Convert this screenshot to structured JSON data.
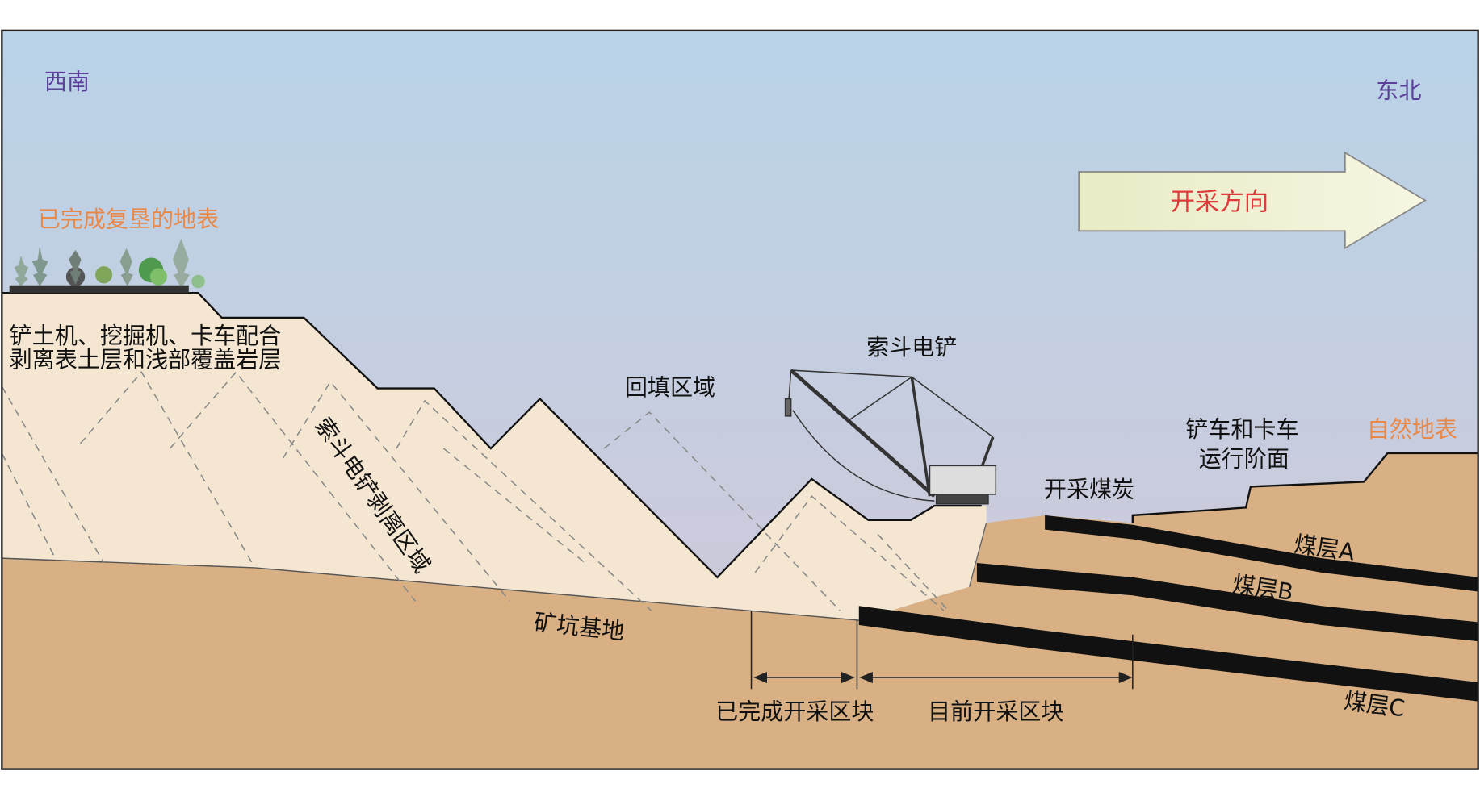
{
  "directions": {
    "southwest": "西南",
    "northeast": "东北"
  },
  "mining_direction": "开采方向",
  "labels": {
    "reclaimed_surface": "已完成复垦的地表",
    "stripping_line1": "铲土机、挖掘机、卡车配合",
    "stripping_line2": "剥离表土层和浅部覆盖岩层",
    "dragline_area": "索斗电铲剥离区域",
    "backfill_area": "回填区域",
    "dragline": "索斗电铲",
    "bench_line1": "铲车和卡车",
    "bench_line2": "运行阶面",
    "natural_surface": "自然地表",
    "coal_mining": "开采煤炭",
    "pit_floor": "矿坑基地",
    "seam_a": "煤层A",
    "seam_b": "煤层B",
    "seam_c": "煤层C",
    "completed_block": "已完成开采区块",
    "current_block": "目前开采区块"
  },
  "colors": {
    "sky_top": "#b9d3e8",
    "sky_bottom": "#d2c7d6",
    "spoil": "#f4e6d0",
    "ground": "#d8b084",
    "coal": "#111111",
    "arrow_fill": "#eef0cc",
    "arrow_text": "#e03a3a"
  }
}
